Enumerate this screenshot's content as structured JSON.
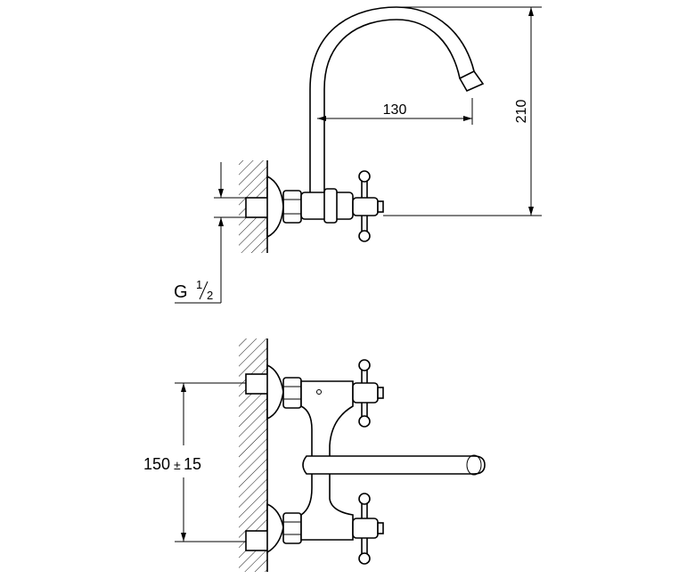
{
  "dimensions": {
    "spout_reach": "130",
    "height": "210",
    "thread_main": "G",
    "thread_num": "1",
    "thread_den": "2",
    "center_distance": "150",
    "tolerance_sign": "±",
    "tolerance": "15"
  }
}
